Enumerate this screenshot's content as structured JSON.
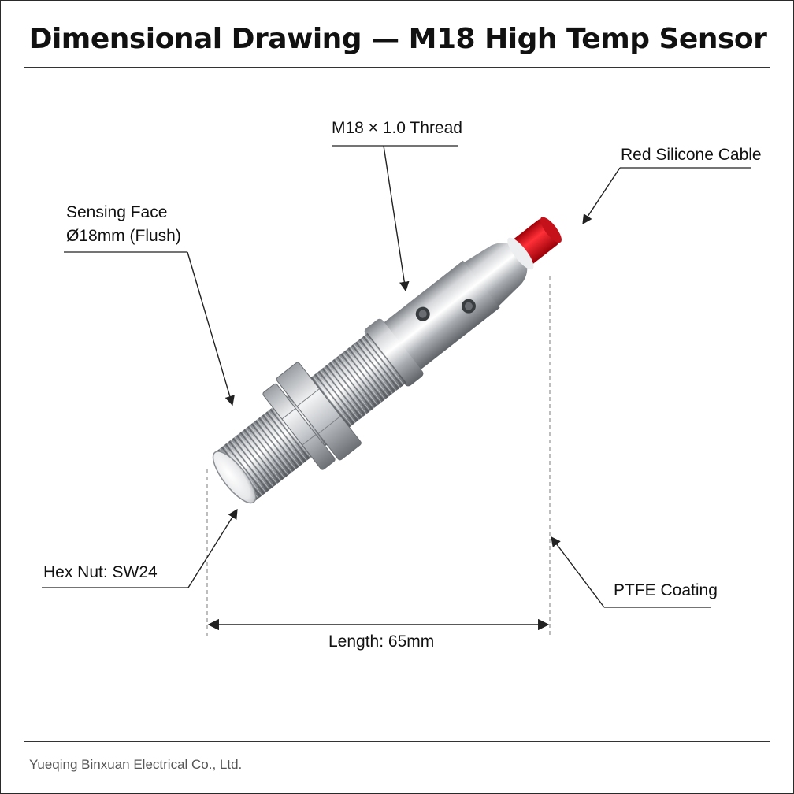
{
  "title": "Dimensional Drawing — M18 High Temp Sensor",
  "callouts": {
    "thread": "M18 × 1.0 Thread",
    "cable": "Red Silicone Cable",
    "sensing_face_line1": "Sensing Face",
    "sensing_face_line2": "Ø18mm (Flush)",
    "hex_nut": "Hex Nut: SW24",
    "coating": "PTFE Coating"
  },
  "dimension": {
    "length_label": "Length: 65mm"
  },
  "footer": {
    "company": "Yueqing Binxuan Electrical Co., Ltd."
  },
  "colors": {
    "cable": "#e0121a",
    "metal": "#b9bcc0",
    "line": "#222222"
  }
}
